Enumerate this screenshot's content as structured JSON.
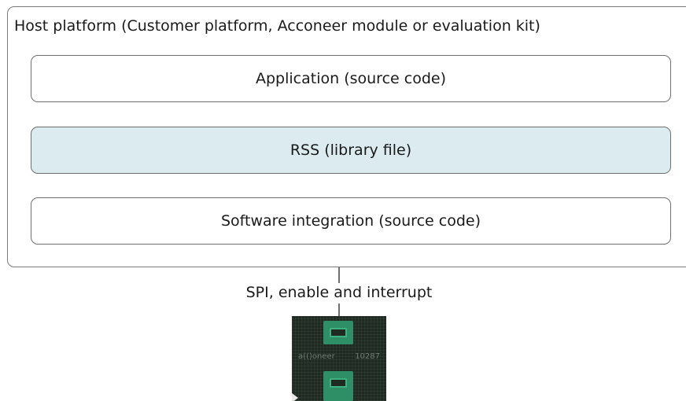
{
  "host": {
    "title": "Host platform (Customer platform, Acconeer module or evaluation kit)"
  },
  "layers": {
    "application": "Application (source code)",
    "rss": "RSS (library file)",
    "software_integration": "Software integration (source code)"
  },
  "connection": {
    "label": "SPI, enable and interrupt"
  },
  "chip": {
    "brand": "a(()oneer",
    "part_number": "10287"
  },
  "colors": {
    "rss_fill": "#dcebf0",
    "border": "#6f6f6f",
    "chip_body": "#1f2a22",
    "chip_pad": "#2e8f66"
  }
}
